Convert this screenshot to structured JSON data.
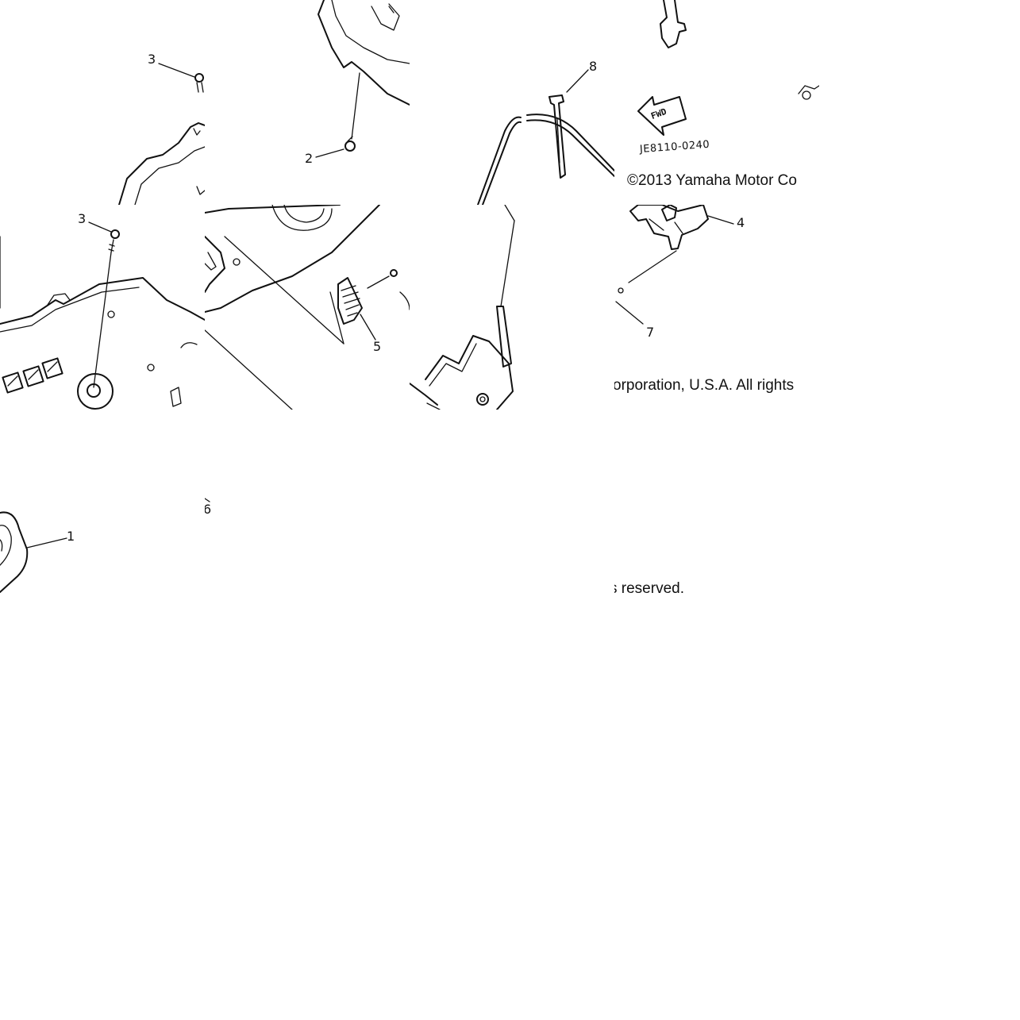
{
  "diagram": {
    "callouts": {
      "c1": "1",
      "c2": "2",
      "c3_top": "3",
      "c3_mid": "3",
      "c4": "4",
      "c5": "5",
      "c6": "6",
      "c7": "7",
      "c8": "8"
    },
    "fwd_label": "FWD",
    "drawing_code": "JE8110-0240",
    "copyright": {
      "fragment_1": "©2013 Yamaha Motor Co",
      "fragment_2": "orporation, U.S.A. All rights",
      "fragment_3": "s reserved."
    }
  }
}
